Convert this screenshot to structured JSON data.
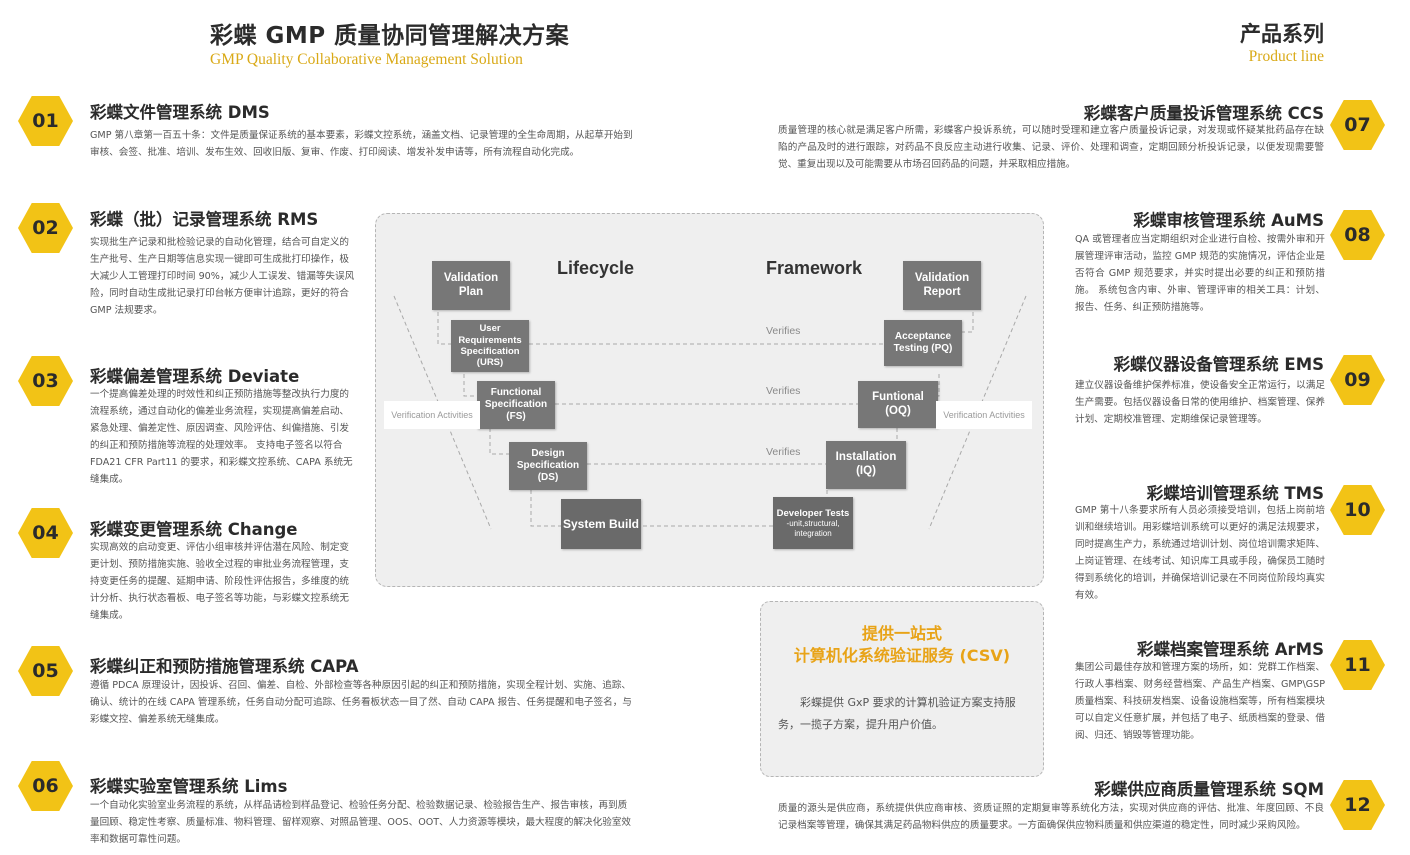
{
  "header": {
    "title_cn": "彩蝶 GMP 质量协同管理解决方案",
    "title_en": "GMP Quality Collaborative Management Solution",
    "product_line_cn": "产品系列",
    "product_line_en": "Product line"
  },
  "modules_left": [
    {
      "num": "01",
      "title": "彩蝶文件管理系统 DMS",
      "desc": "GMP 第八章第一百五十条：文件是质量保证系统的基本要素，彩蝶文控系统，涵盖文档、记录管理的全生命周期，从起草开始到审核、会签、批准、培训、发布生效、回收旧版、复审、作废、打印阅读、增发补发申请等，所有流程自动化完成。"
    },
    {
      "num": "02",
      "title": "彩蝶（批）记录管理系统 RMS",
      "desc": "实现批生产记录和批检验记录的自动化管理，结合可自定义的生产批号、生产日期等信息实现一键即可生成批打印操作，极大减少人工管理打印时间 90%，减少人工误发、错漏等失误风险，同时自动生成批记录打印台帐方便审计追踪，更好的符合 GMP 法规要求。"
    },
    {
      "num": "03",
      "title": "彩蝶偏差管理系统 Deviate",
      "desc": "一个提高偏差处理的时效性和纠正预防措施等整改执行力度的流程系统，通过自动化的偏差业务流程，实现提高偏差启动、紧急处理、偏差定性、原因调查、风险评估、纠偏措施、引发的纠正和预防措施等流程的处理效率。 支持电子签名以符合 FDA21 CFR Part11 的要求，和彩蝶文控系统、CAPA 系统无缝集成。"
    },
    {
      "num": "04",
      "title": "彩蝶变更管理系统 Change",
      "desc": "实现高效的启动变更、评估小组审核并评估潜在风险、制定变更计划、预防措施实施、验收全过程的审批业务流程管理，支持变更任务的提醒、延期申请、阶段性评估报告，多维度的统计分析、执行状态看板、电子签名等功能，与彩蝶文控系统无缝集成。"
    },
    {
      "num": "05",
      "title": "彩蝶纠正和预防措施管理系统 CAPA",
      "desc": "遵循 PDCA 原理设计，因投诉、召回、偏差、自检、外部检查等各种原因引起的纠正和预防措施，实现全程计划、实施、追踪、确认、统计的在线 CAPA 管理系统，任务自动分配可追踪、任务看板状态一目了然、自动 CAPA 报告、任务提醒和电子签名，与彩蝶文控、偏差系统无缝集成。"
    },
    {
      "num": "06",
      "title": "彩蝶实验室管理系统 Lims",
      "desc": "一个自动化实验室业务流程的系统，从样品请检到样品登记、检验任务分配、检验数据记录、检验报告生产、报告审核，再到质量回顾、稳定性考察、质量标准、物料管理、留样观察、对照品管理、OOS、OOT、人力资源等模块，最大程度的解决化验室效率和数据可靠性问题。"
    }
  ],
  "modules_right": [
    {
      "num": "07",
      "title": "彩蝶客户质量投诉管理系统 CCS",
      "desc": "质量管理的核心就是满足客户所需，彩蝶客户投诉系统，可以随时受理和建立客户质量投诉记录，对发现或怀疑某批药品存在缺陷的产品及时的进行跟踪，对药品不良反应主动进行收集、记录、评价、处理和调查，定期回顾分析投诉记录，以便发现需要警觉、重复出现以及可能需要从市场召回药品的问题，并采取相应措施。"
    },
    {
      "num": "08",
      "title": "彩蝶审核管理系统 AuMS",
      "desc": "QA 或管理者应当定期组织对企业进行自检、按需外审和开展管理评审活动，监控 GMP 规范的实施情况，评估企业是否符合 GMP 规范要求，并实时提出必要的纠正和预防措施。 系统包含内审、外审、管理评审的相关工具：计划、报告、任务、纠正预防措施等。"
    },
    {
      "num": "09",
      "title": "彩蝶仪器设备管理系统 EMS",
      "desc": "建立仪器设备维护保养标准，使设备安全正常运行，以满足生产需要。包括仪器设备日常的使用维护、档案管理、保养计划、定期校准管理、定期维保记录管理等。"
    },
    {
      "num": "10",
      "title": "彩蝶培训管理系统 TMS",
      "desc": "GMP 第十八条要求所有人员必须接受培训，包括上岗前培训和继续培训。用彩蝶培训系统可以更好的满足法规要求，同时提高生产力，系统通过培训计划、岗位培训需求矩阵、上岗证管理、在线考试、知识库工具或手段，确保员工随时得到系统化的培训，并确保培训记录在不同岗位阶段均真实有效。"
    },
    {
      "num": "11",
      "title": "彩蝶档案管理系统 ArMS",
      "desc": "集团公司最佳存放和管理方案的场所，如：党群工作档案、行政人事档案、财务经营档案、产品生产档案、GMP\\GSP 质量档案、科技研发档案、设备设施档案等，所有档案模块可以自定义任意扩展，并包括了电子、纸质档案的登录、借阅、归还、销毁等管理功能。"
    },
    {
      "num": "12",
      "title": "彩蝶供应商质量管理系统 SQM",
      "desc": "质量的源头是供应商，系统提供供应商审核、资质证照的定期复审等系统化方法，实现对供应商的评估、批准、年度回顾、不良记录档案等管理，确保其满足药品物料供应的质量要求。一方面确保供应物料质量和供应渠道的稳定性，同时减少采购风险。"
    }
  ],
  "vmodel": {
    "label_left": "Lifecycle",
    "label_right": "Framework",
    "validation_plan": "Validation Plan",
    "validation_report": "Validation Report",
    "urs": "User Requirements Specification (URS)",
    "fs": "Functional Specification (FS)",
    "ds": "Design Specification (DS)",
    "system_build": "System Build",
    "pq": "Acceptance Testing (PQ)",
    "oq": "Funtional (OQ)",
    "iq": "Installation (IQ)",
    "dev_tests": "Developer Tests",
    "dev_tests_sub": "-unit,structural, integration",
    "verifies_1": "Verifies",
    "verifies_2": "Verifies",
    "verifies_3": "Verifies",
    "verification_left": "Verification Activities",
    "verification_right": "Verification Activities"
  },
  "csv": {
    "title_line1": "提供一站式",
    "title_line2": "计算机化系统验证服务 (CSV)",
    "desc": "彩蝶提供 GxP 要求的计算机验证方案支持服务，一揽子方案，提升用户价值。"
  },
  "colors": {
    "accent": "#f2c316",
    "title_en": "#d9a916",
    "csv_title": "#e8a317",
    "box": "#777777",
    "panel": "#efefef"
  }
}
